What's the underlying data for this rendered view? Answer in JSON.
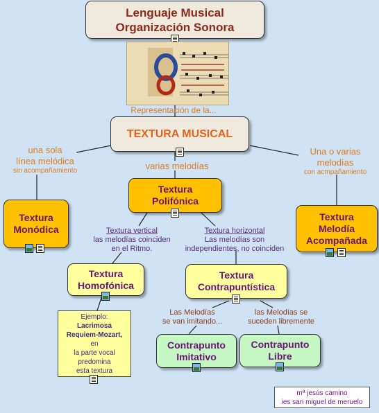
{
  "root": {
    "line1": "Lenguaje Musical",
    "line2": "Organización Sonora"
  },
  "image_caption": "Representación de la...",
  "main": {
    "label": "TEXTURA MUSICAL"
  },
  "edges": {
    "monodic": {
      "line1": "una sola",
      "line2": "línea melódica",
      "line3": "sin acompañamiento"
    },
    "poly": {
      "line1": "varias melodías"
    },
    "accomp": {
      "line1": "Una o varias",
      "line2": "melodías",
      "line3": "con acmpañamiento"
    },
    "vertical": {
      "link": "Textura vertical",
      "line2": "las melodías coinciden",
      "line3": "en el Ritmo."
    },
    "horizontal": {
      "link": "Textura horizontal",
      "line2": "Las melodías son",
      "line3": "independientes, no coinciden"
    },
    "imitative": {
      "line1": "Las Melodías",
      "line2": "se van imitando..."
    },
    "free": {
      "line1": "las Melodías se",
      "line2": "suceden libremente"
    }
  },
  "nodes": {
    "monodica": {
      "line1": "Textura",
      "line2": "Monódica"
    },
    "polifonica": {
      "line1": "Textura",
      "line2": "Polifónica"
    },
    "acompanada": {
      "line1": "Textura",
      "line2": "Melodía",
      "line3": "Acompañada"
    },
    "homofonica": {
      "line1": "Textura",
      "line2": "Homofónica"
    },
    "contrapuntistica": {
      "line1": "Textura",
      "line2": "Contrapuntística"
    },
    "imitativo": {
      "line1": "Contrapunto",
      "line2": "Imitativo"
    },
    "libre": {
      "line1": "Contrapunto",
      "line2": "Libre"
    }
  },
  "example": {
    "line1": "Ejemplo:",
    "line2": "Lacrimosa",
    "line3": "Requiem-Mozart,",
    "line4": "en",
    "line5": "la parte vocal",
    "line6": "predomina",
    "line7": "esta textura"
  },
  "credit": {
    "line1": "mª jesús camino",
    "line2": "ies san miguel de meruelo"
  },
  "icons": {
    "doc": "document-icon",
    "image": "image-icon"
  },
  "colors": {
    "background": "#cfe3f5",
    "orange_node": "#ffc000",
    "yellow_node": "#ffff9e",
    "green_node": "#c4f7c4",
    "node_text": "#6a1474",
    "main_text": "#e0641a"
  }
}
